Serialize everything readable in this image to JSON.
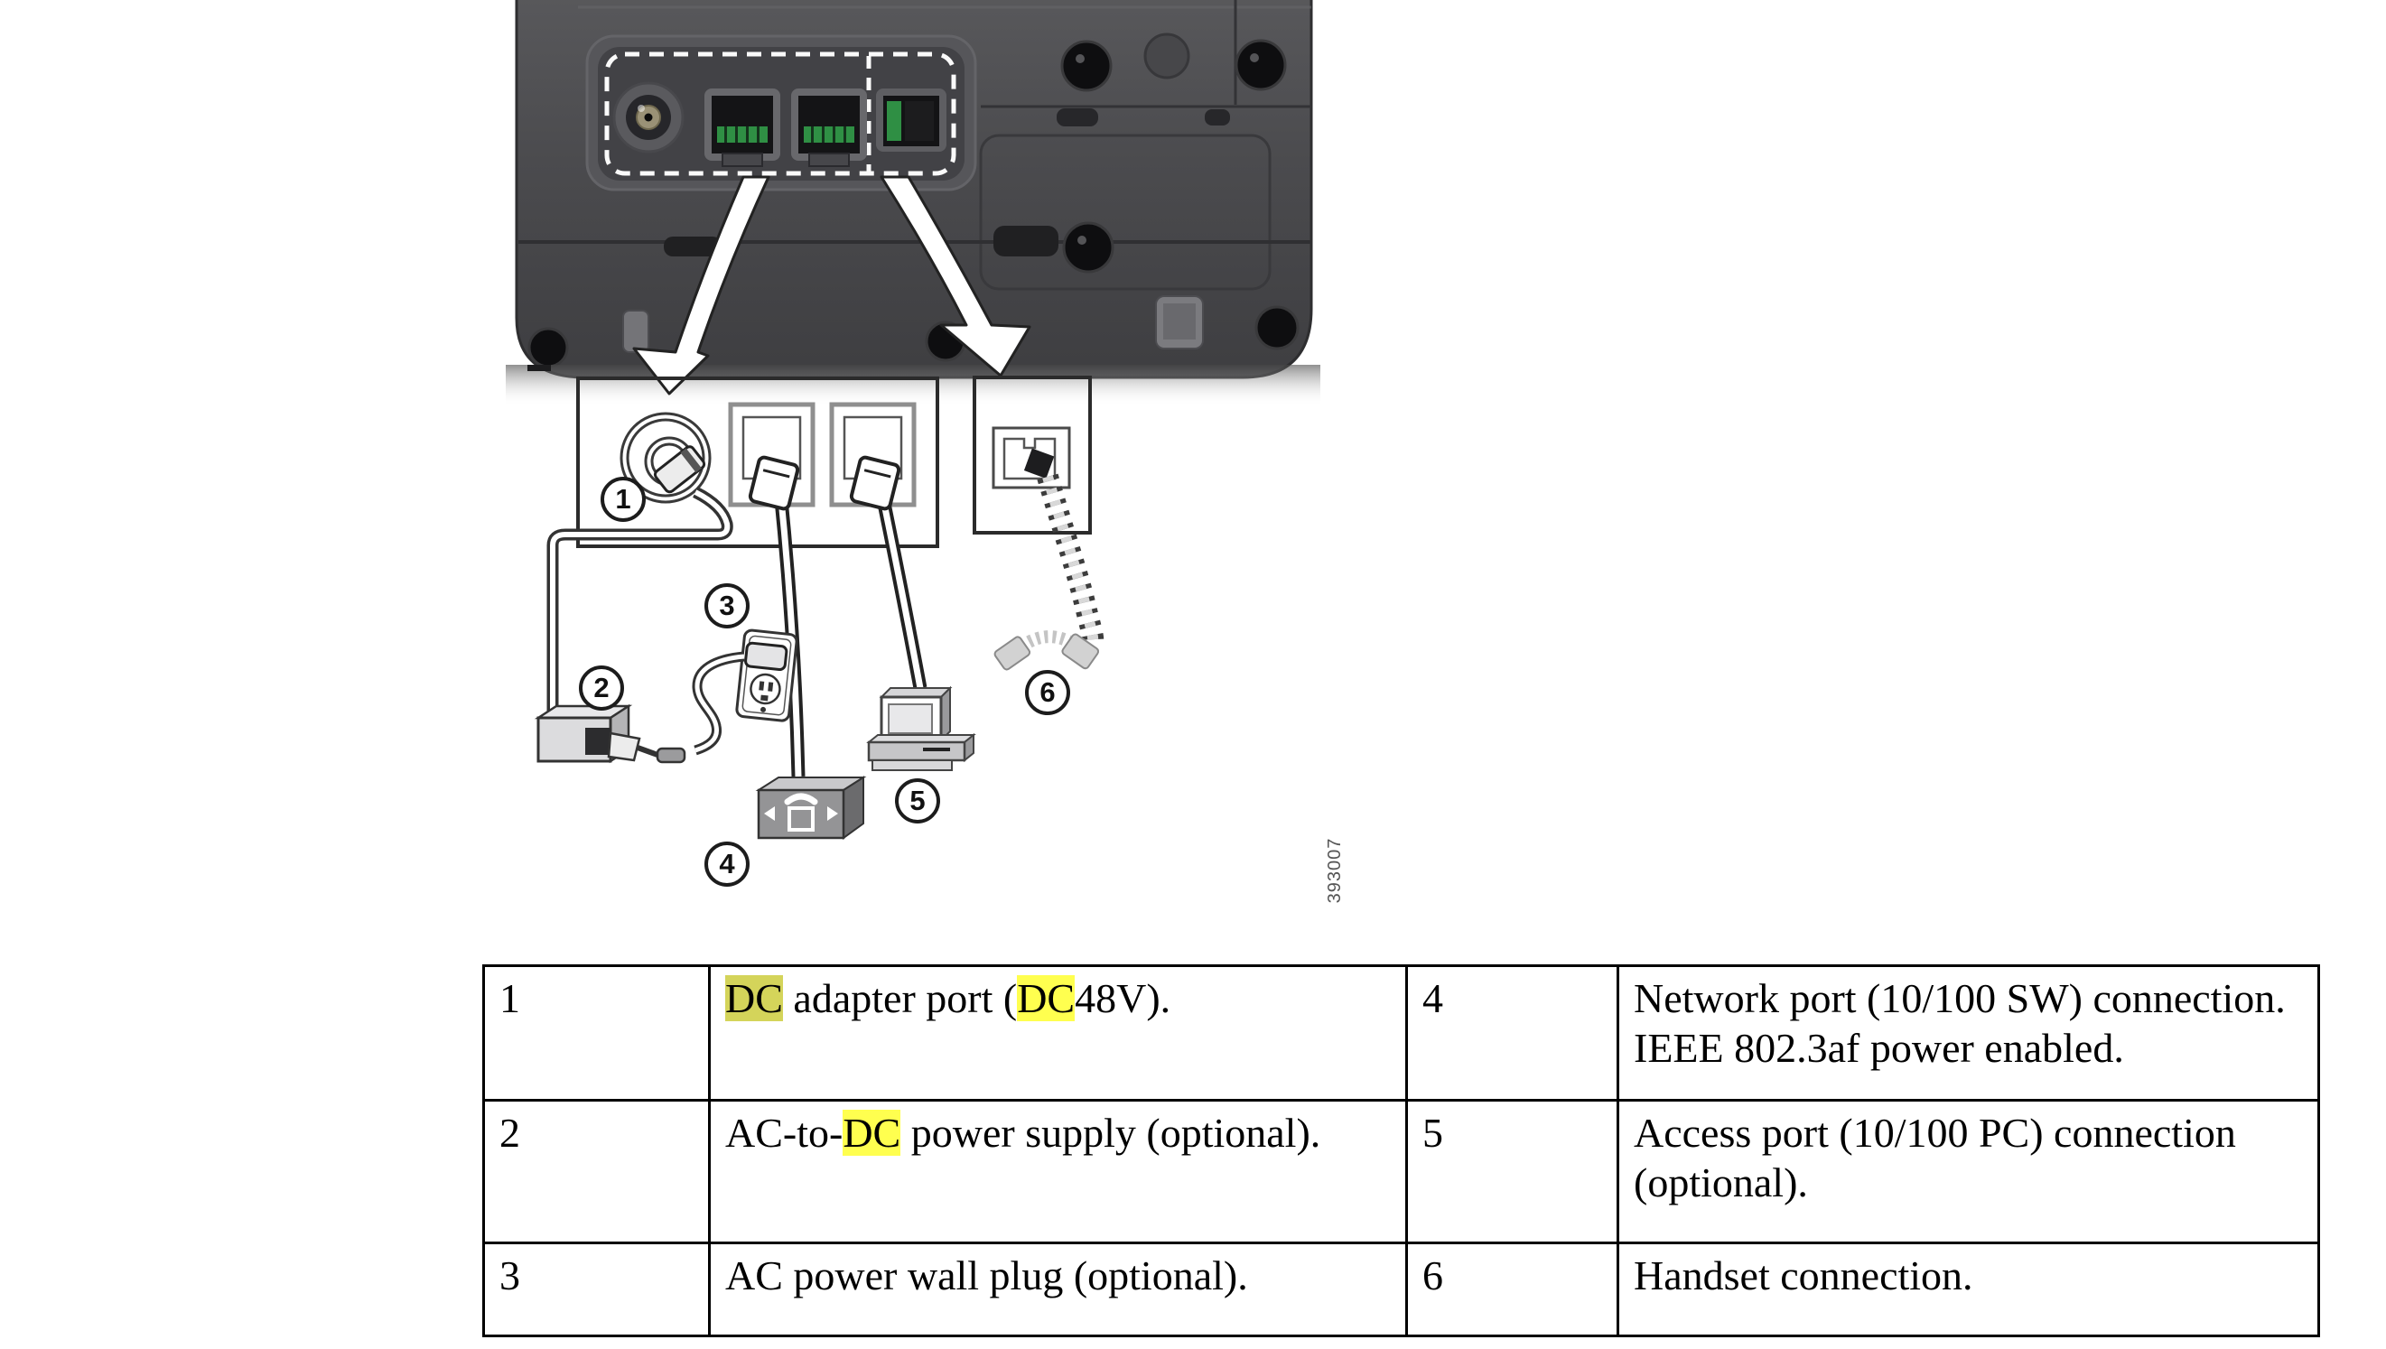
{
  "figure": {
    "name": "phone-rear-cable-connections",
    "callouts": [
      "1",
      "2",
      "3",
      "4",
      "5",
      "6"
    ],
    "figure_number": "393007"
  },
  "colors": {
    "highlight_current": "#d4d45a",
    "highlight_match": "#ffff4f",
    "phone_body": "#4b4b4e",
    "port_green": "#2f8f44"
  },
  "table": {
    "rows": [
      {
        "num": "1",
        "desc_parts": [
          {
            "text": "DC"
          },
          {
            "text": " adapter port ("
          },
          {
            "text": "DC"
          },
          {
            "text": "48V)."
          }
        ],
        "num2": "4",
        "desc2_lines": [
          "Network port (10/100 SW) connection.",
          "IEEE 802.3af power enabled."
        ]
      },
      {
        "num": "2",
        "desc_parts": [
          {
            "text": "AC-to-"
          },
          {
            "text": "DC"
          },
          {
            "text": " power supply (optional)."
          }
        ],
        "num2": "5",
        "desc2_lines": [
          "Access port (10/100 PC) connection",
          "(optional)."
        ]
      },
      {
        "num": "3",
        "desc_parts": [
          {
            "text": "AC power wall plug (optional)."
          }
        ],
        "num2": "6",
        "desc2_lines": [
          "Handset connection."
        ]
      }
    ]
  }
}
